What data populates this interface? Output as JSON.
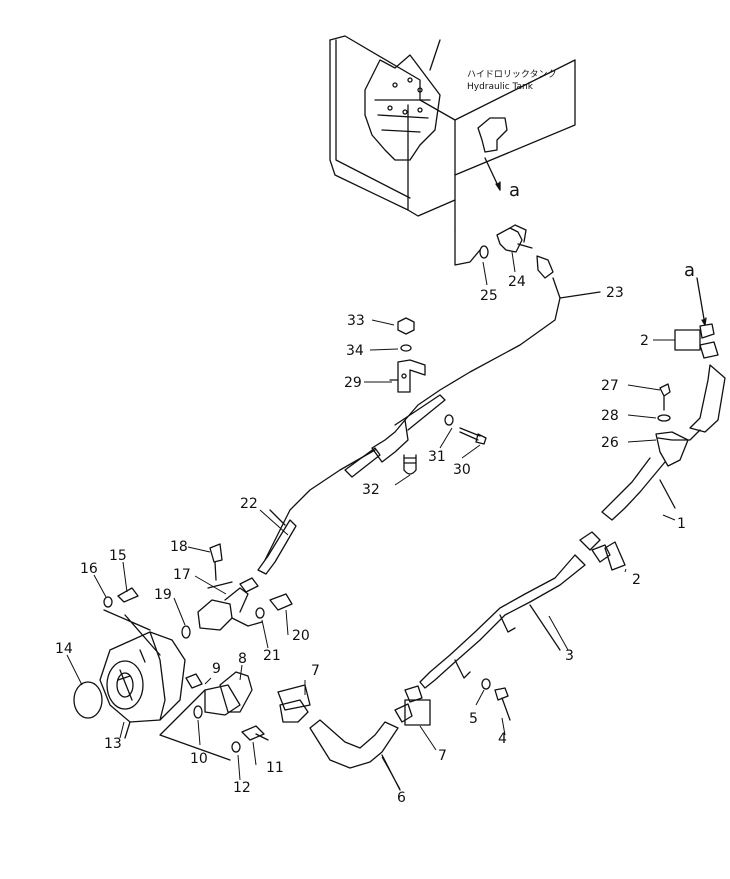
{
  "tank": {
    "label_jp": "ハイドロリックタンク",
    "label_en": "Hydraulic  Tank"
  },
  "connection_letter": "a",
  "parts": [
    "1",
    "2",
    "3",
    "4",
    "5",
    "6",
    "7",
    "8",
    "9",
    "10",
    "11",
    "12",
    "13",
    "14",
    "15",
    "16",
    "17",
    "18",
    "19",
    "20",
    "21",
    "22",
    "23",
    "24",
    "25",
    "26",
    "27",
    "28",
    "29",
    "30",
    "31",
    "32",
    "33",
    "34"
  ],
  "callouts": {
    "p1": "1",
    "p2a": "2",
    "p2b": "2",
    "p3": "3",
    "p4": "4",
    "p5": "5",
    "p6": "6",
    "p7a": "7",
    "p7b": "7",
    "p8": "8",
    "p9": "9",
    "p10": "10",
    "p11": "11",
    "p12": "12",
    "p13": "13",
    "p14": "14",
    "p15": "15",
    "p16": "16",
    "p17": "17",
    "p18": "18",
    "p19": "19",
    "p20": "20",
    "p21": "21",
    "p22": "22",
    "p23": "23",
    "p24": "24",
    "p25": "25",
    "p26": "26",
    "p27": "27",
    "p28": "28",
    "p29": "29",
    "p30": "30",
    "p31": "31",
    "p32": "32",
    "p33": "33",
    "p34": "34"
  },
  "colors": {
    "ink": "#111111",
    "paper": "#ffffff"
  }
}
